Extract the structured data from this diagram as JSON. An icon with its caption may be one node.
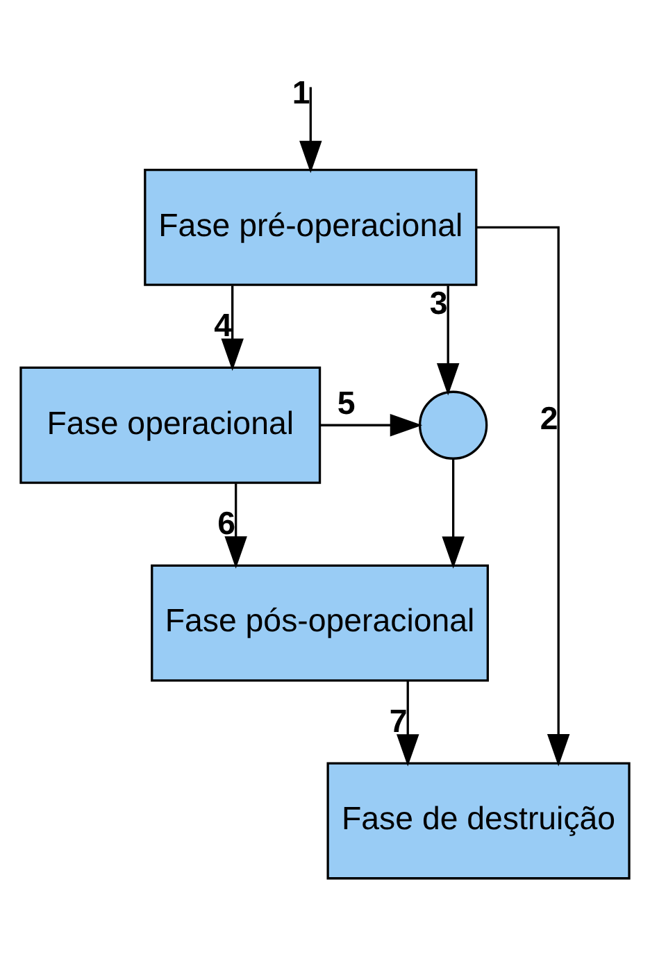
{
  "diagram": {
    "nodes": [
      {
        "text": [
          "Fase pré-operacional"
        ]
      },
      {
        "text": [
          "Fase operacional"
        ]
      },
      {
        "text": [
          "Fase pós-operacional"
        ]
      },
      {
        "text": [
          "Fase de destruição"
        ]
      },
      {
        "text": [],
        "shape": "circle"
      }
    ],
    "edges": [
      {
        "from": null,
        "to": 0,
        "arrow": "to",
        "label": "1"
      },
      {
        "from": 0,
        "to": 3,
        "arrow": "to",
        "label": "2"
      },
      {
        "from": 0,
        "to": 4,
        "arrow": "to",
        "label": "3"
      },
      {
        "from": 0,
        "to": 1,
        "arrow": "to",
        "label": "4"
      },
      {
        "from": 1,
        "to": 4,
        "arrow": "to",
        "label": "5"
      },
      {
        "from": 1,
        "to": 2,
        "arrow": "to",
        "label": "6"
      },
      {
        "from": 4,
        "to": 2,
        "arrow": "to"
      },
      {
        "from": 2,
        "to": 3,
        "arrow": "to",
        "label": "7"
      }
    ]
  }
}
